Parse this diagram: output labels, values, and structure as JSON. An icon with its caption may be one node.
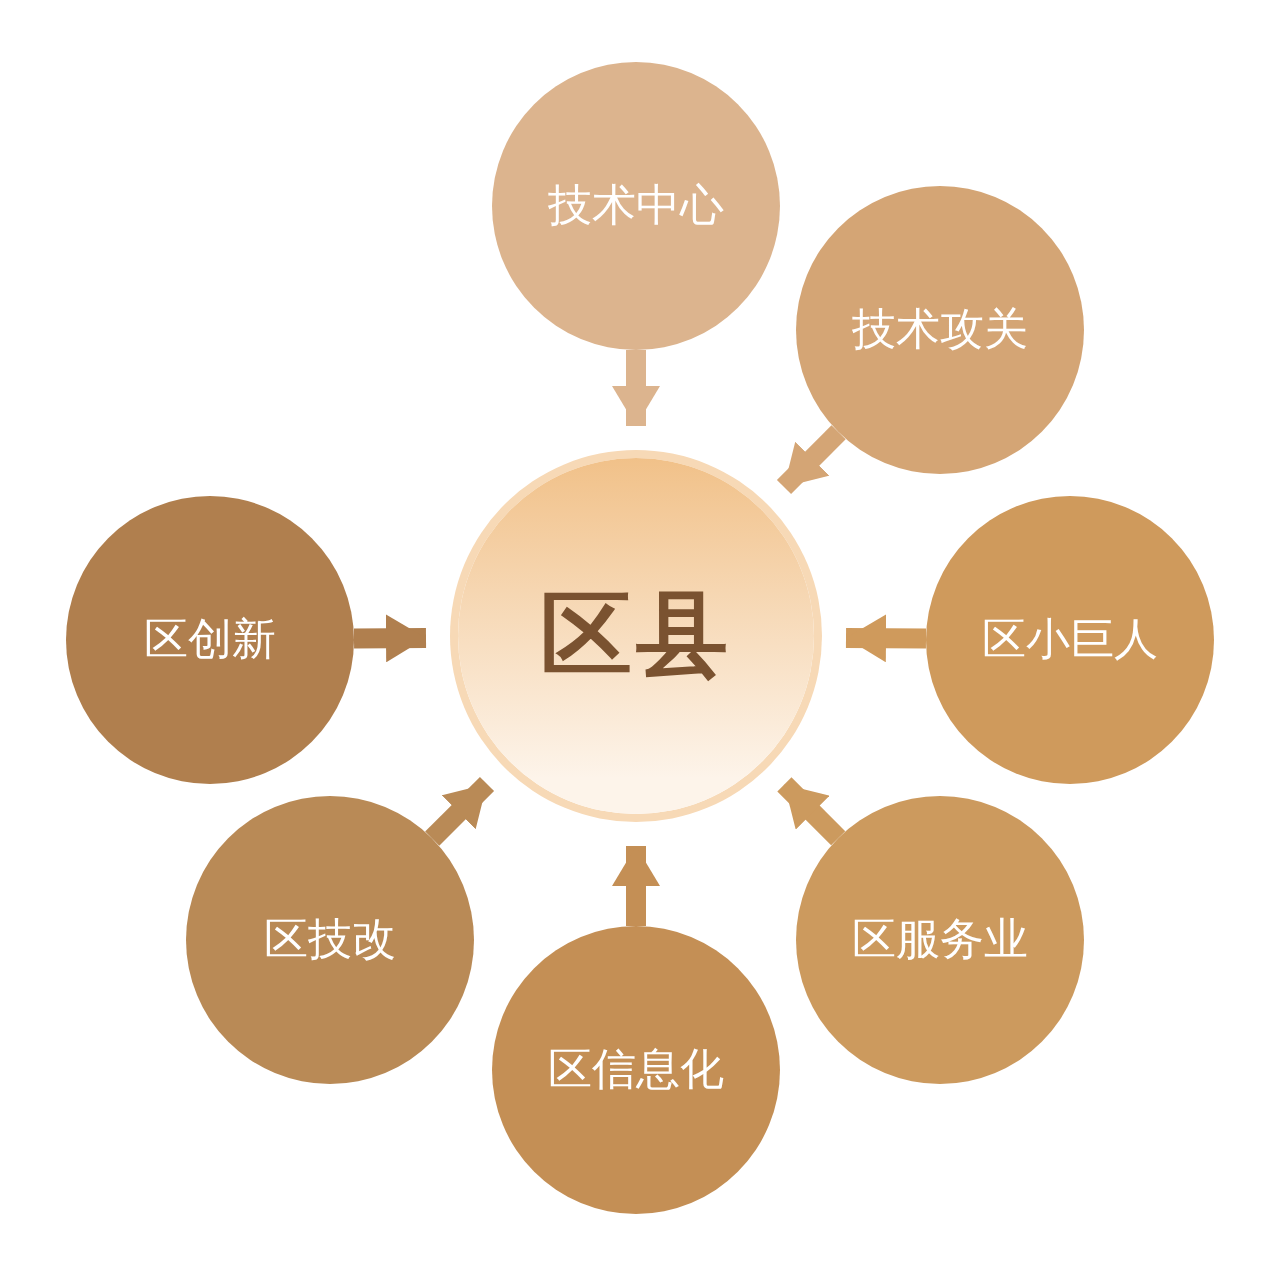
{
  "diagram": {
    "nodes": [
      {
        "text": [
          "技术中心"
        ]
      },
      {
        "text": [
          "技术攻关"
        ]
      },
      {
        "text": [
          "区创新"
        ]
      },
      {
        "text": [
          "区县"
        ]
      },
      {
        "text": [
          "区小巨人"
        ]
      },
      {
        "text": [
          "区技改"
        ]
      },
      {
        "text": [
          "区服务业"
        ]
      },
      {
        "text": [
          "区信息化"
        ]
      }
    ],
    "edges": [
      {
        "from": 0,
        "to": 3,
        "arrow": "to"
      },
      {
        "from": 1,
        "to": 3,
        "arrow": "to"
      },
      {
        "from": 4,
        "to": 3,
        "arrow": "to"
      },
      {
        "from": 6,
        "to": 3,
        "arrow": "to"
      },
      {
        "from": 7,
        "to": 3,
        "arrow": "to"
      },
      {
        "from": 5,
        "to": 3,
        "arrow": "to"
      },
      {
        "from": 2,
        "to": 3,
        "arrow": "to"
      }
    ]
  }
}
